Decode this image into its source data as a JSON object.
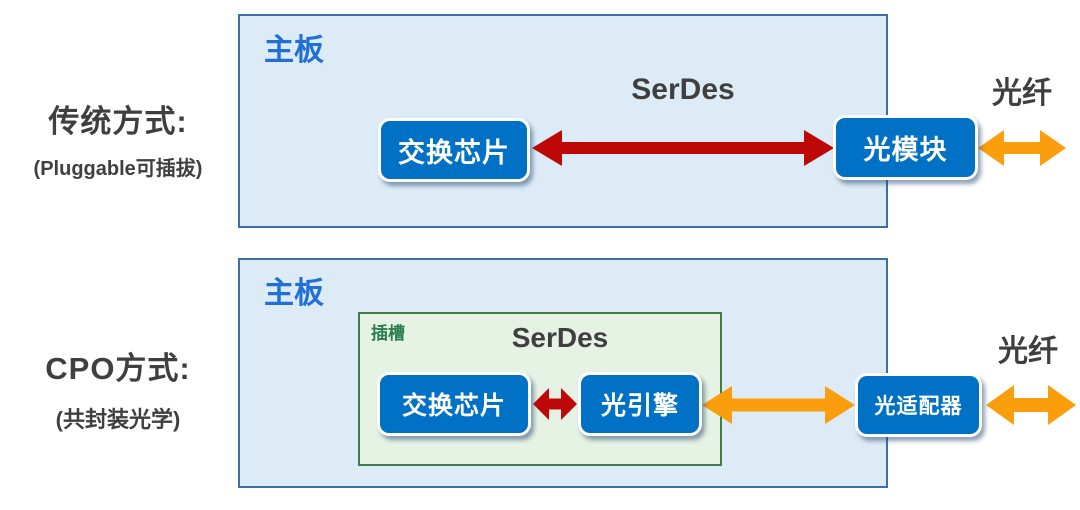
{
  "colors": {
    "board_fill": "#dcebf5",
    "board_border": "#3d6fa5",
    "chip_fill": "#0071c5",
    "chip_border": "#ffffff",
    "board_label_blue": "#2170d8",
    "dark_text": "#3f3f3f",
    "red_arrow": "#be0808",
    "orange_arrow": "#fa9e0d",
    "slot_fill": "#e5f2e4",
    "slot_border": "#3f7d4b",
    "slot_text": "#287d4d"
  },
  "rows": {
    "traditional": {
      "title": "传统方式:",
      "subtitle": "(Pluggable可插拔)",
      "board_label": "主板",
      "serdes_label": "SerDes",
      "fiber_label": "光纤",
      "chips": {
        "switch": "交换芯片",
        "module": "光模块"
      }
    },
    "cpo": {
      "title": "CPO方式:",
      "subtitle": "(共封装光学)",
      "board_label": "主板",
      "slot_label": "插槽",
      "serdes_label": "SerDes",
      "fiber_label": "光纤",
      "chips": {
        "switch": "交换芯片",
        "engine": "光引擎",
        "adapter": "光适配器"
      }
    }
  }
}
